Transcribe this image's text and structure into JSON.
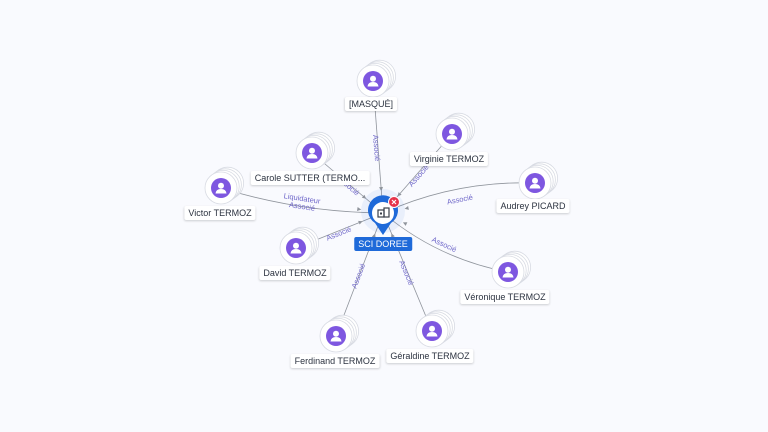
{
  "colors": {
    "person_avatar": "#7e57e0",
    "center_pin": "#1f6ad9",
    "close_badge": "#e5334b",
    "edge": "#8f949c",
    "edge_label": "#6f67c9"
  },
  "center": {
    "name": "SCI DOREE",
    "icon": "building-icon",
    "badge_icon": "close-icon"
  },
  "nodes": [
    {
      "id": "masque",
      "name": "[MASQUÉ]",
      "icon": "person-icon",
      "roles": [
        "Associé"
      ]
    },
    {
      "id": "virginie",
      "name": "Virginie TERMOZ",
      "icon": "person-icon",
      "roles": [
        "Associé"
      ]
    },
    {
      "id": "audrey",
      "name": "Audrey PICARD",
      "icon": "person-icon",
      "roles": [
        "Associé"
      ]
    },
    {
      "id": "veronique",
      "name": "Véronique TERMOZ",
      "icon": "person-icon",
      "roles": [
        "Associé"
      ]
    },
    {
      "id": "geraldine",
      "name": "Géraldine TERMOZ",
      "icon": "person-icon",
      "roles": [
        "Associé"
      ]
    },
    {
      "id": "ferdinand",
      "name": "Ferdinand TERMOZ",
      "icon": "person-icon",
      "roles": [
        "Associé"
      ]
    },
    {
      "id": "david",
      "name": "David TERMOZ",
      "icon": "person-icon",
      "roles": [
        "Associé"
      ]
    },
    {
      "id": "victor",
      "name": "Victor TERMOZ",
      "icon": "person-icon",
      "roles": [
        "Liquidateur",
        "Associé"
      ]
    },
    {
      "id": "carole",
      "name": "Carole SUTTER (TERMO...",
      "icon": "person-icon",
      "roles": [
        "Associé"
      ]
    }
  ]
}
